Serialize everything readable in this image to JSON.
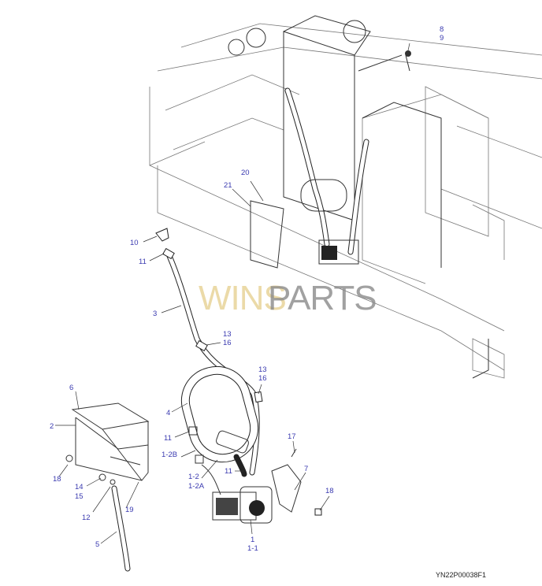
{
  "diagram": {
    "drawing_code": "YN22P00038F1",
    "watermark": {
      "part1": "WINS",
      "part2": "PARTS"
    },
    "callouts": {
      "c8": "8",
      "c9": "9",
      "c20": "20",
      "c21": "21",
      "c10": "10",
      "c11a": "11",
      "c3": "3",
      "c13a": "13",
      "c16a": "16",
      "c13b": "13",
      "c16b": "16",
      "c6": "6",
      "c2": "2",
      "c4": "4",
      "c11b": "11",
      "c12b": "1-2B",
      "c17": "17",
      "c7": "7",
      "c18a": "18",
      "c14": "14",
      "c15": "15",
      "c11c": "11",
      "c12": "1-2",
      "c12a": "1-2A",
      "c12n": "12",
      "c19": "19",
      "c18b": "18",
      "c1": "1",
      "c11d": "1-1",
      "c5": "5"
    }
  }
}
